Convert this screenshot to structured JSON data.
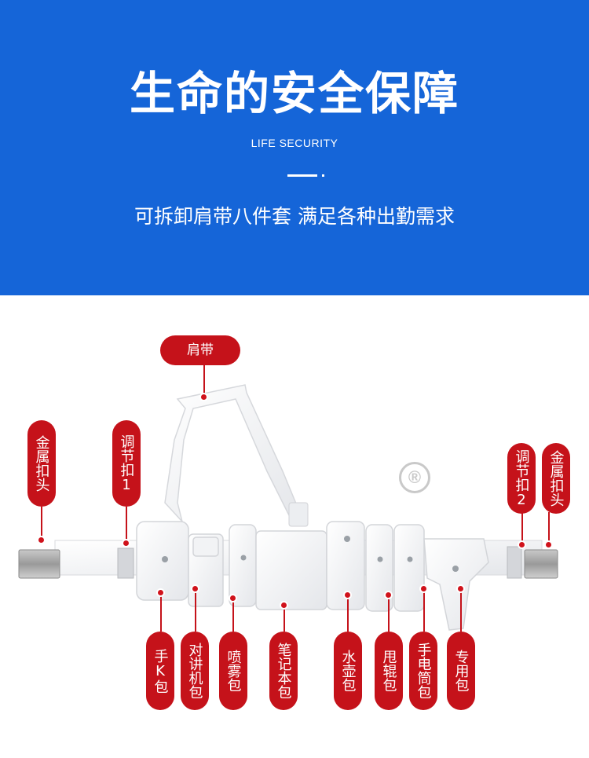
{
  "banner": {
    "title": "生命的安全保障",
    "subtitle_en": "LIFE SECURITY",
    "tagline": "可拆卸肩带八件套 满足各种出勤需求",
    "color": "#1565d8"
  },
  "watermark": {
    "registered_mark": "®"
  },
  "accent_color": "#c5121a",
  "labels": {
    "shoulder_strap": "肩带",
    "metal_buckle_left": "金属扣头",
    "adjust_buckle_1": "调节扣1",
    "adjust_buckle_2": "调节扣2",
    "metal_buckle_right": "金属扣头",
    "handcuff_pouch": "手K包",
    "radio_pouch": "对讲机包",
    "spray_pouch": "喷雾包",
    "notebook_pouch": "笔记本包",
    "kettle_pouch": "水壶包",
    "baton_pouch": "甩辊包",
    "flashlight_pouch": "手电筒包",
    "special_pouch": "专用包"
  }
}
